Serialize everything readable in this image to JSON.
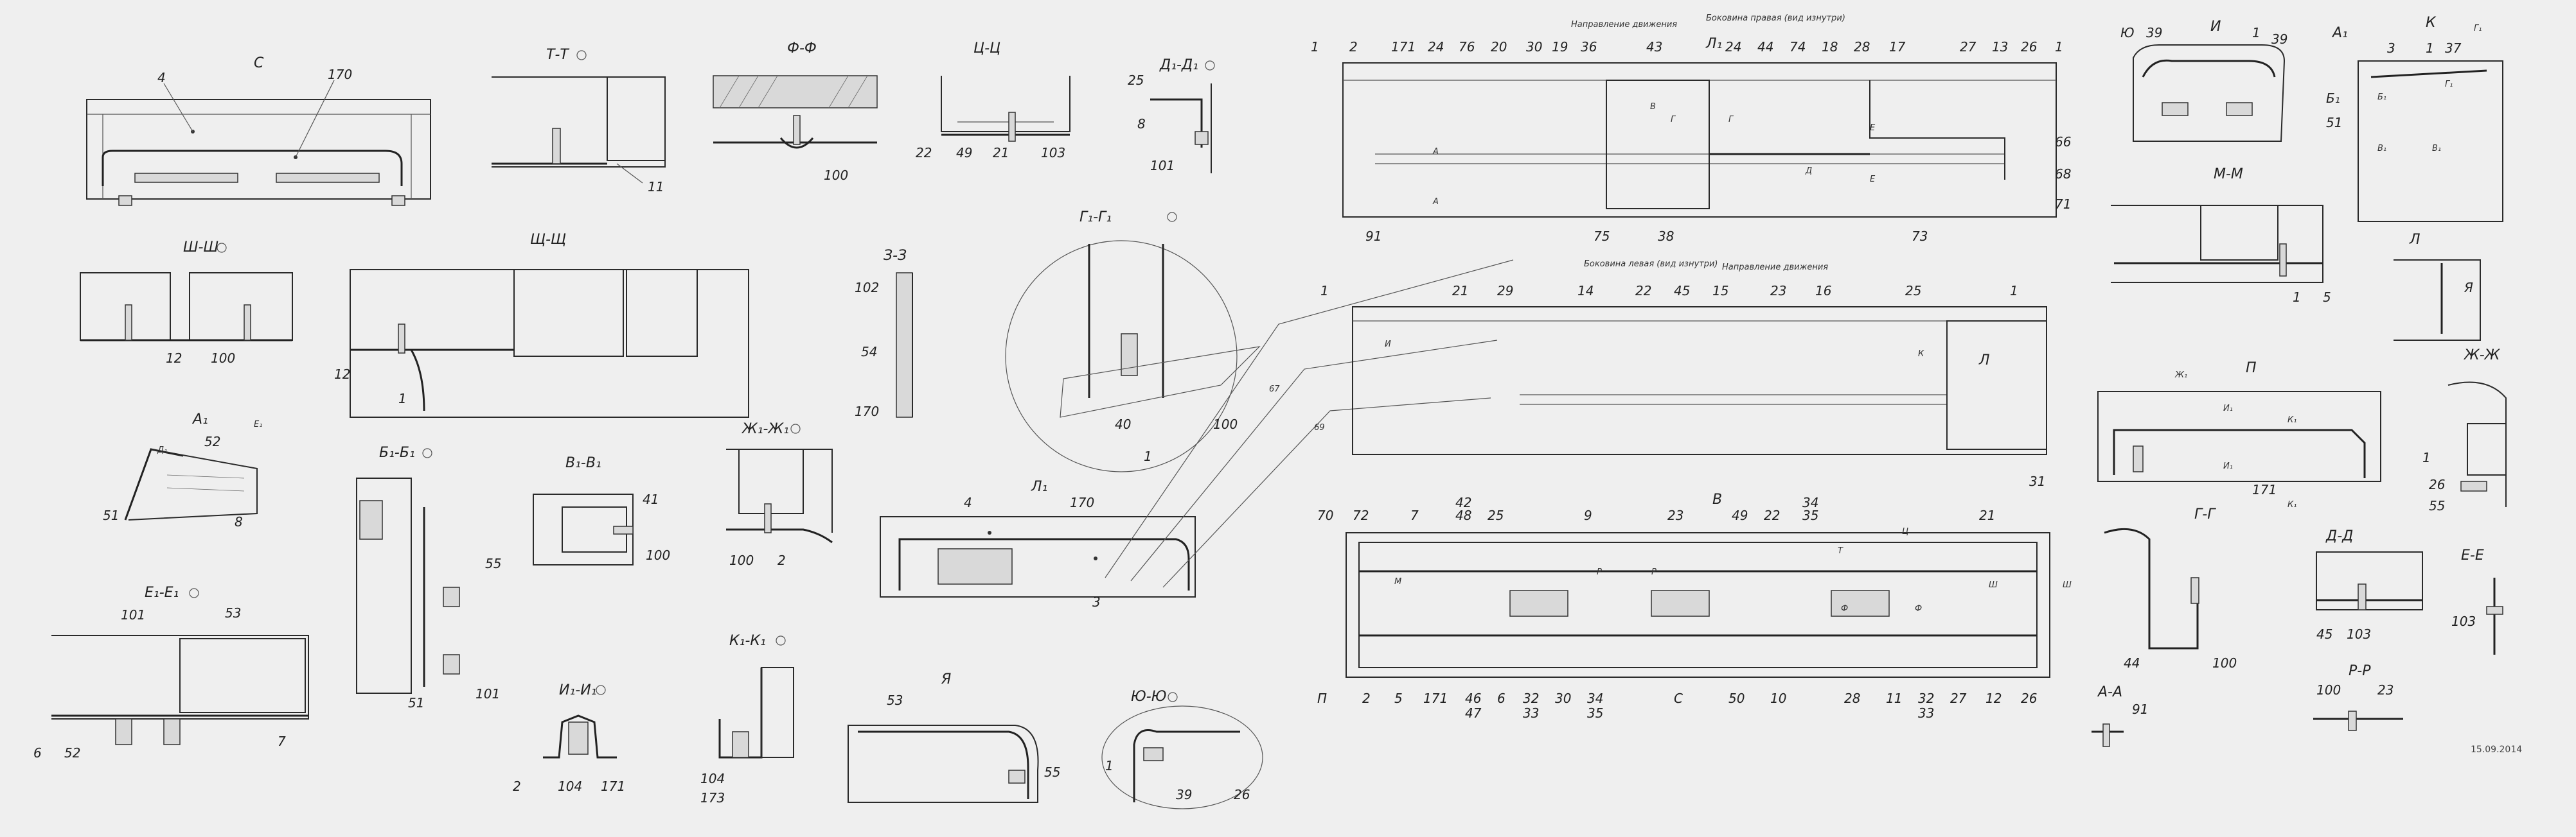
{
  "sheet": {
    "date": "15.09.2014",
    "view_titles": {
      "C": "С",
      "TT": "Т-Т",
      "FF": "Ф-Ф",
      "TsTs": "Ц-Ц",
      "D1": "Д₁-Д₁",
      "ShSh": "Ш-Ш",
      "ShchShch": "Щ-Щ",
      "ZZ": "З-З",
      "G1": "Г₁-Г₁",
      "A1": "А₁",
      "B1": "Б₁-Б₁",
      "V1": "В₁-В₁",
      "Zh1": "Ж₁-Ж₁",
      "E1": "Е₁-Е₁",
      "I1": "И₁-И₁",
      "K1": "К₁-К₁",
      "Ya": "Я",
      "YuYu": "Ю-Ю",
      "L1": "Л₁",
      "I": "И",
      "A1r": "А₁",
      "K": "К",
      "MM": "М-М",
      "L": "Л",
      "P": "П",
      "ZhZh": "Ж-Ж",
      "GG": "Г-Г",
      "DD": "Д-Д",
      "EE": "Е-Е",
      "AA": "А-А",
      "RR": "Р-Р",
      "Ya_r": "Я"
    },
    "main_notes": {
      "top_direction": "Направление движения",
      "top_side": "Боковина правая (вид изнутри)",
      "mid_side": "Боковина левая (вид изнутри)",
      "mid_direction": "Направление движения"
    },
    "callouts": {
      "c4": "4",
      "c170": "170",
      "c11": "11",
      "c100": "100",
      "c22": "22",
      "c49": "49",
      "c21": "21",
      "c103": "103",
      "c25": "25",
      "c8": "8",
      "c101": "101",
      "c12": "12",
      "c1": "1",
      "c102": "102",
      "c54": "54",
      "c52": "52",
      "c51": "51",
      "c55": "55",
      "c41": "41",
      "c2": "2",
      "c6": "6",
      "c53": "53",
      "c7": "7",
      "c104": "104",
      "c171": "171",
      "c173": "173",
      "c40": "40",
      "c39": "39",
      "c26": "26",
      "c3": "3",
      "c91": "91",
      "c75": "75",
      "c38": "38",
      "c73": "73",
      "c66": "66",
      "c68": "68",
      "c71": "71",
      "c31": "31",
      "c67": "67",
      "c69": "69",
      "c70": "70",
      "c72": "72",
      "c42": "42",
      "c48": "48",
      "c9": "9",
      "c23": "23",
      "c34": "34",
      "c35": "35",
      "c46": "46",
      "c47": "47",
      "c32": "32",
      "c33": "33",
      "c30": "30",
      "c50": "50",
      "c10": "10",
      "c28": "28",
      "c27": "27",
      "c29": "29",
      "c14": "14",
      "c45": "45",
      "c15": "15",
      "c16": "16",
      "c5": "5",
      "c37": "37",
      "c44": "44",
      "c24": "24",
      "c76": "76",
      "c20": "20",
      "c19": "19",
      "c36": "36",
      "c43": "43",
      "c74": "74",
      "c18": "18",
      "c17": "17",
      "c13": "13"
    },
    "markers": {
      "A": "А",
      "V": "В",
      "G": "Г",
      "D": "Д",
      "E": "Е",
      "I": "И",
      "K": "К",
      "L": "Л",
      "M": "М",
      "P": "П",
      "R": "Р",
      "S": "С",
      "T": "Т",
      "F": "Ф",
      "Ts": "Ц",
      "Sh": "Ш",
      "Shch": "Щ",
      "Yu": "Ю",
      "Ya": "Я",
      "Zh": "Ж",
      "B1": "Б₁",
      "V1": "В₁",
      "I1": "И₁",
      "K1": "К₁",
      "L1": "Л₁",
      "Zh1": "Ж₁",
      "G1": "Г₁",
      "E1": "Е₁",
      "D1": "Д₁",
      "A1": "А₁"
    }
  }
}
